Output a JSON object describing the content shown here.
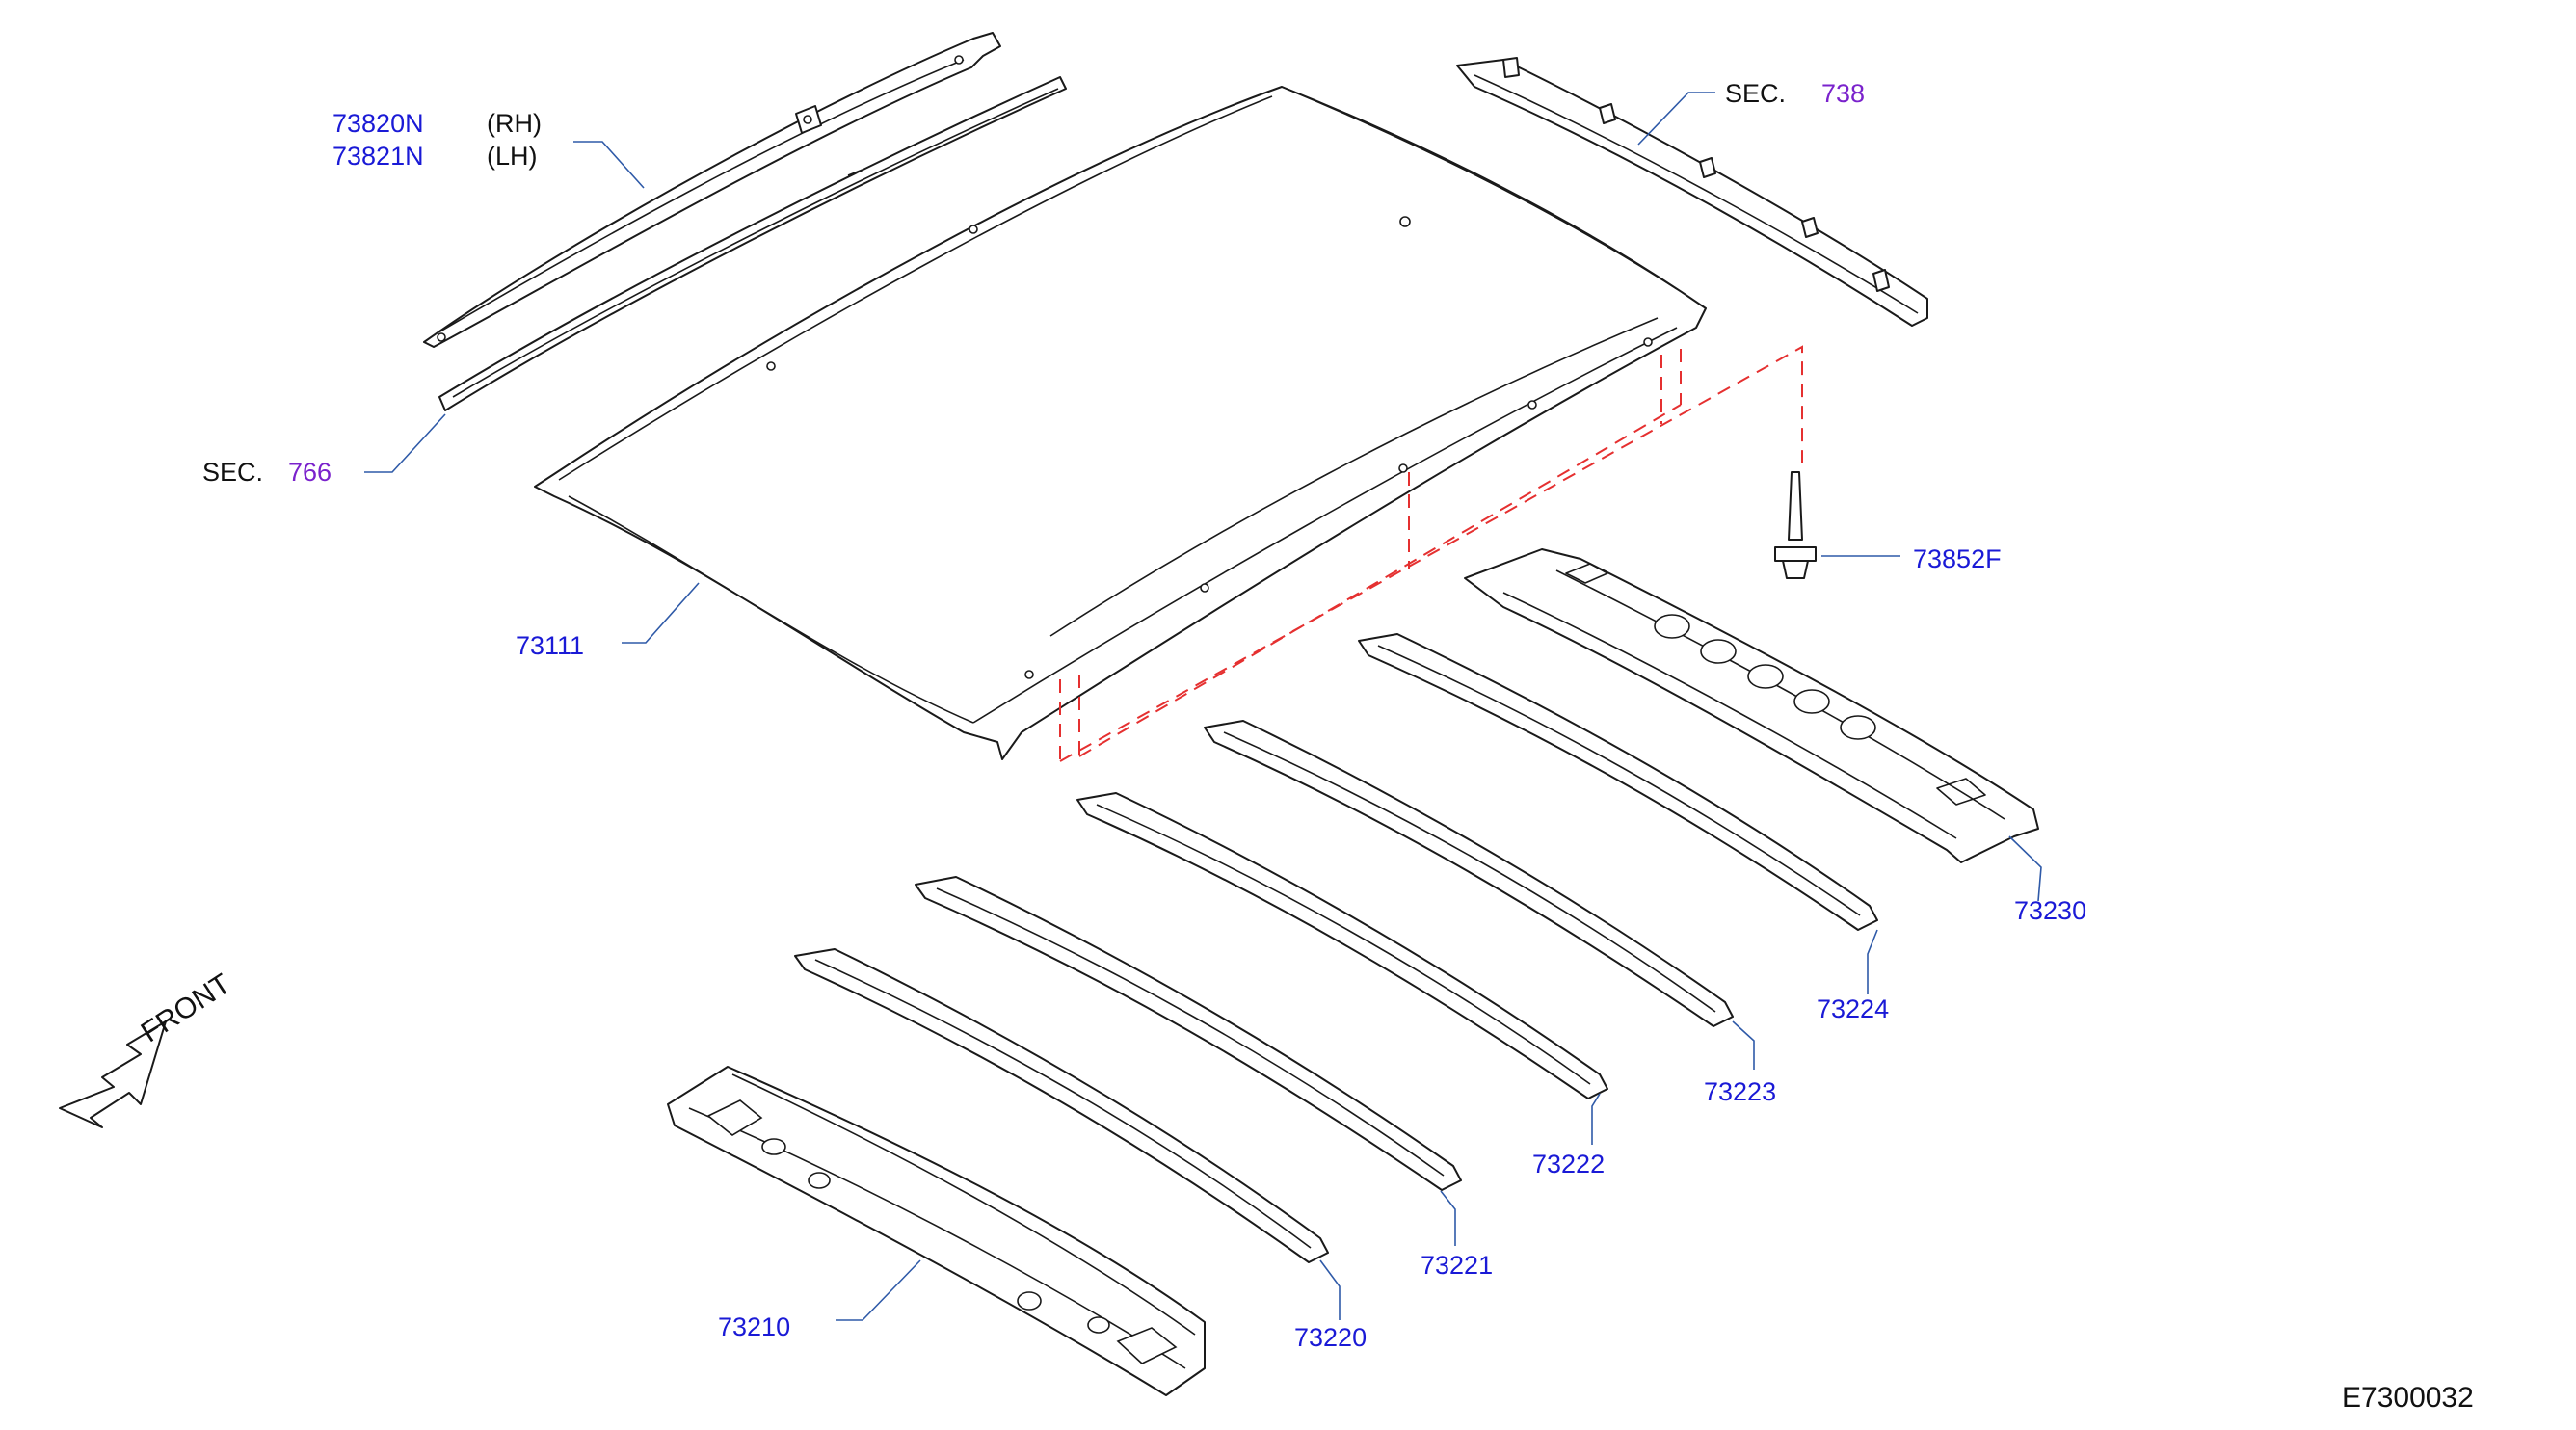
{
  "colors": {
    "part_number": "#1a1ad6",
    "section_ref": "#7a22cc",
    "label_black": "#111111",
    "leader_line": "#2f5aa8",
    "phantom_line": "#e53030",
    "outline": "#1a1a1a",
    "background": "#ffffff"
  },
  "callouts": {
    "roof_rail_molding_rh": {
      "part": "73820N",
      "side": "(RH)"
    },
    "roof_rail_molding_lh": {
      "part": "73821N",
      "side": "(LH)"
    },
    "sec_766": {
      "prefix": "SEC.",
      "number": "766"
    },
    "sec_738": {
      "prefix": "SEC.",
      "number": "738"
    },
    "roof_panel": "73111",
    "clip": "73852F",
    "rear_header": "73230",
    "bow_73224": "73224",
    "bow_73223": "73223",
    "bow_73222": "73222",
    "bow_73221": "73221",
    "bow_73220": "73220",
    "front_header": "73210"
  },
  "front_arrow": {
    "label": "FRONT",
    "icon": "front-direction-arrow-icon"
  },
  "drawing_code": "E7300032"
}
